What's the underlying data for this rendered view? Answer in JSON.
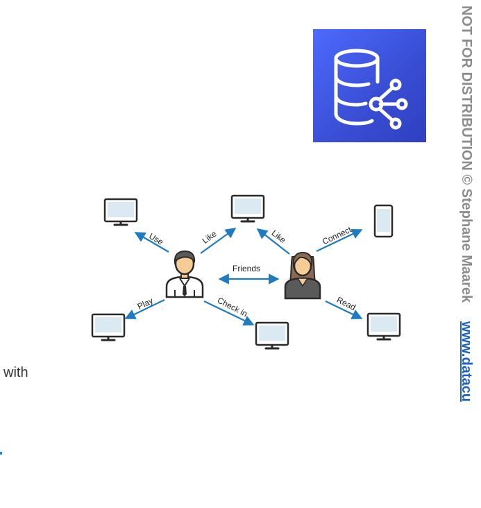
{
  "diagram": {
    "edges": {
      "use": "Use",
      "like_left": "Like",
      "like_right": "Like",
      "connect": "Connect",
      "friends": "Friends",
      "play": "Play",
      "check_in": "Check in",
      "read": "Read"
    }
  },
  "body_text": {
    "fragment": "with"
  },
  "watermark": {
    "text": "NOT FOR DISTRIBUTION © Stephane Maarek",
    "link": "www.datacu"
  },
  "colors": {
    "arrow": "#1e7bc0",
    "logo": "#3b52db",
    "watermark_link": "#1f5fbf"
  }
}
